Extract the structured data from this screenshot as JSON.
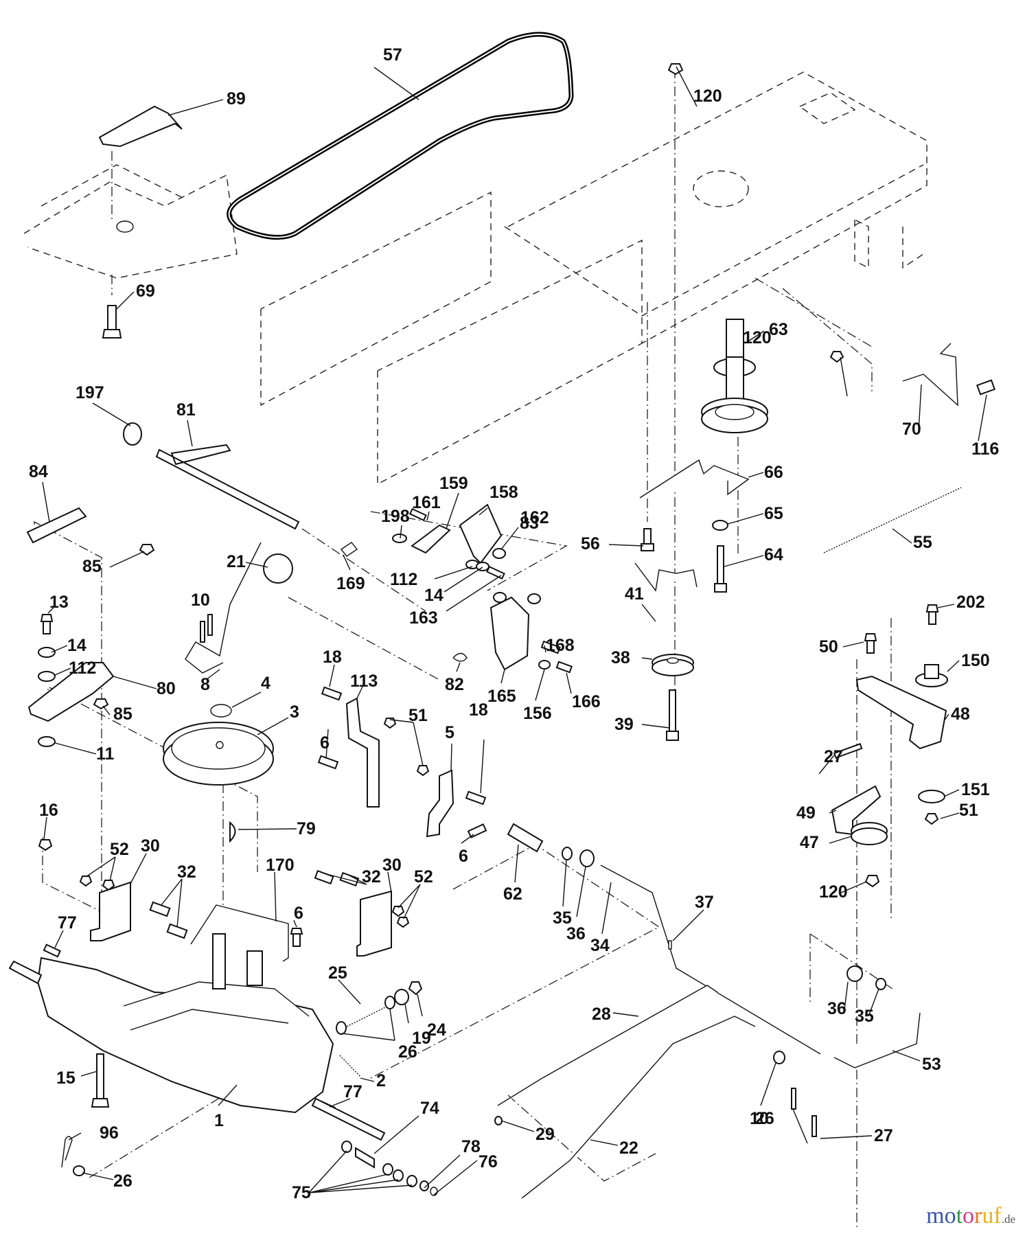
{
  "diagram": {
    "title": "Drive / ground drive parts diagram (riding mower)",
    "watermark": {
      "brand": "motoruf",
      "suffix": ".de",
      "letter_colors": [
        "#3a55a8",
        "#3a55a8",
        "#2e9a4a",
        "#d43a8a",
        "#e07a20",
        "#e6b020",
        "#e6b020"
      ]
    },
    "callouts": [
      {
        "id": "57",
        "part": "drive-belt"
      },
      {
        "id": "89",
        "part": "shift-plate"
      },
      {
        "id": "120",
        "part": "nut-top"
      },
      {
        "id": "69",
        "part": "bolt"
      },
      {
        "id": "197",
        "part": "bushing"
      },
      {
        "id": "81",
        "part": "pedal-shaft"
      },
      {
        "id": "84",
        "part": "link"
      },
      {
        "id": "85",
        "part": "nut"
      },
      {
        "id": "21",
        "part": "knob"
      },
      {
        "id": "10",
        "part": "cotter-pin"
      },
      {
        "id": "169",
        "part": "clip"
      },
      {
        "id": "198",
        "part": "washer"
      },
      {
        "id": "161",
        "part": "bolt"
      },
      {
        "id": "159",
        "part": "bracket"
      },
      {
        "id": "158",
        "part": "plate"
      },
      {
        "id": "162",
        "part": "nut"
      },
      {
        "id": "112",
        "part": "washer"
      },
      {
        "id": "14",
        "part": "washer"
      },
      {
        "id": "163",
        "part": "bolt"
      },
      {
        "id": "83",
        "part": "washer"
      },
      {
        "id": "63",
        "part": "idler-pulley-assembly"
      },
      {
        "id": "70",
        "part": "belt-guide"
      },
      {
        "id": "116",
        "part": "bolt"
      },
      {
        "id": "66",
        "part": "belt-keeper"
      },
      {
        "id": "56",
        "part": "bolt"
      },
      {
        "id": "65",
        "part": "washer"
      },
      {
        "id": "64",
        "part": "bolt"
      },
      {
        "id": "55",
        "part": "spring"
      },
      {
        "id": "41",
        "part": "belt-keeper"
      },
      {
        "id": "38",
        "part": "pulley"
      },
      {
        "id": "39",
        "part": "bolt"
      },
      {
        "id": "13",
        "part": "bolt"
      },
      {
        "id": "80",
        "part": "arm"
      },
      {
        "id": "11",
        "part": "washer"
      },
      {
        "id": "8",
        "part": "shift-lever"
      },
      {
        "id": "4",
        "part": "retaining-ring"
      },
      {
        "id": "3",
        "part": "transaxle-pulley"
      },
      {
        "id": "82",
        "part": "spring"
      },
      {
        "id": "165",
        "part": "bracket"
      },
      {
        "id": "168",
        "part": "bolt"
      },
      {
        "id": "156",
        "part": "washer"
      },
      {
        "id": "166",
        "part": "bolt"
      },
      {
        "id": "18",
        "part": "bolt"
      },
      {
        "id": "113",
        "part": "bracket"
      },
      {
        "id": "51",
        "part": "nut"
      },
      {
        "id": "5",
        "part": "bracket"
      },
      {
        "id": "6",
        "part": "bolt"
      },
      {
        "id": "79",
        "part": "key"
      },
      {
        "id": "16",
        "part": "nut"
      },
      {
        "id": "52",
        "part": "nut"
      },
      {
        "id": "30",
        "part": "bracket"
      },
      {
        "id": "32",
        "part": "bolt"
      },
      {
        "id": "170",
        "part": "rod"
      },
      {
        "id": "77",
        "part": "key"
      },
      {
        "id": "25",
        "part": "spring"
      },
      {
        "id": "19",
        "part": "spacer"
      },
      {
        "id": "24",
        "part": "nut"
      },
      {
        "id": "26",
        "part": "washer"
      },
      {
        "id": "2",
        "part": "spring"
      },
      {
        "id": "15",
        "part": "bolt"
      },
      {
        "id": "1",
        "part": "transaxle"
      },
      {
        "id": "96",
        "part": "hairpin"
      },
      {
        "id": "74",
        "part": "spacer"
      },
      {
        "id": "75",
        "part": "washer"
      },
      {
        "id": "78",
        "part": "washer"
      },
      {
        "id": "76",
        "part": "ring"
      },
      {
        "id": "62",
        "part": "bushing"
      },
      {
        "id": "35",
        "part": "bushing"
      },
      {
        "id": "36",
        "part": "washer"
      },
      {
        "id": "34",
        "part": "rod"
      },
      {
        "id": "37",
        "part": "pin"
      },
      {
        "id": "28",
        "part": "rod"
      },
      {
        "id": "29",
        "part": "cap"
      },
      {
        "id": "22",
        "part": "rod"
      },
      {
        "id": "53",
        "part": "rod"
      },
      {
        "id": "27",
        "part": "cotter-pin"
      },
      {
        "id": "202",
        "part": "bolt"
      },
      {
        "id": "50",
        "part": "bolt"
      },
      {
        "id": "150",
        "part": "spacer"
      },
      {
        "id": "48",
        "part": "idler-arm"
      },
      {
        "id": "151",
        "part": "washer"
      },
      {
        "id": "49",
        "part": "belt-guide"
      },
      {
        "id": "47",
        "part": "idler-pulley"
      }
    ]
  }
}
